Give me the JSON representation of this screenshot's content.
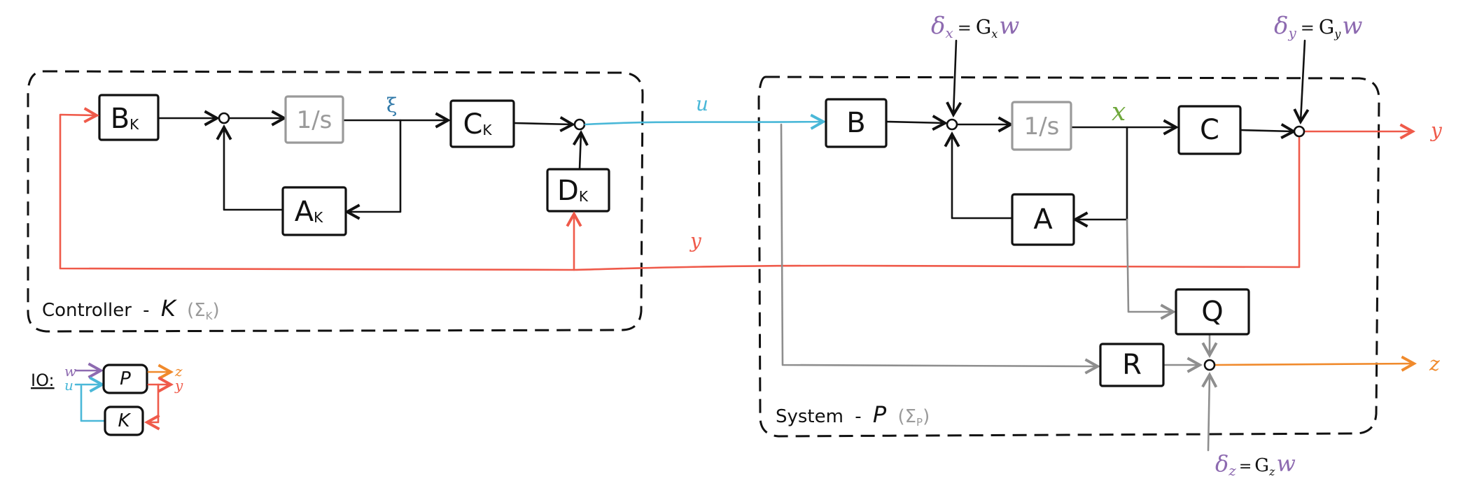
{
  "controller": {
    "title": "Controller",
    "dash": "-",
    "symbol": "K",
    "sigma": "(Σ",
    "sigma_sub": "K",
    "sigma_close": ")",
    "blocks": {
      "bk": {
        "main": "B",
        "sub": "K"
      },
      "integrator": {
        "main": "1/s"
      },
      "ck": {
        "main": "C",
        "sub": "K"
      },
      "ak": {
        "main": "A",
        "sub": "K"
      },
      "dk": {
        "main": "D",
        "sub": "K"
      }
    },
    "state_label": "ξ"
  },
  "system": {
    "title": "System",
    "dash": "-",
    "symbol": "P",
    "sigma": "(Σ",
    "sigma_sub": "P",
    "sigma_close": ")",
    "blocks": {
      "b": {
        "main": "B"
      },
      "integrator": {
        "main": "1/s"
      },
      "c": {
        "main": "C"
      },
      "a": {
        "main": "A"
      },
      "q": {
        "main": "Q"
      },
      "r": {
        "main": "R"
      }
    },
    "state_label": "x"
  },
  "signals": {
    "u": "u",
    "y_mid": "y",
    "y_out": "y",
    "z_out": "z"
  },
  "disturbances": {
    "dx": {
      "delta": "δ",
      "sub": "x",
      "eq": "=",
      "g": "G",
      "gsub": "x",
      "w": "w"
    },
    "dy": {
      "delta": "δ",
      "sub": "y",
      "eq": "=",
      "g": "G",
      "gsub": "y",
      "w": "w"
    },
    "dz": {
      "delta": "δ",
      "sub": "z",
      "eq": "=",
      "g": "G",
      "gsub": "z",
      "w": "w"
    }
  },
  "io_legend": {
    "label": "IO:",
    "w": "w",
    "u": "u",
    "z": "z",
    "y": "y",
    "p": "P",
    "k": "K"
  },
  "colors": {
    "y": "#ef5a4a",
    "u": "#4ab8d8",
    "z": "#f08a2c",
    "w": "#8d6ab0",
    "xi": "#2f78a8",
    "x": "#6fa83c",
    "gray": "#8e8e8e"
  }
}
